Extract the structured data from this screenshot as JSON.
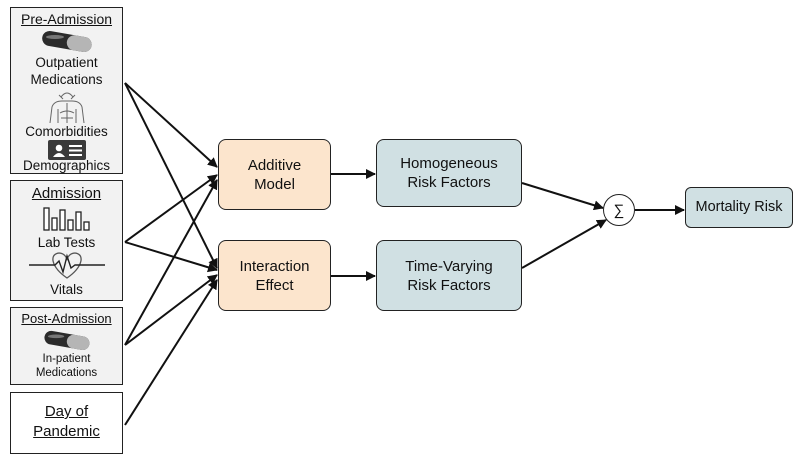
{
  "inputs": {
    "pre_admission": {
      "title": "Pre-Admission",
      "outpatient_medications": "Outpatient\nMedications",
      "comorbidities": "Comorbidities",
      "demographics": "Demographics"
    },
    "admission": {
      "title": "Admission",
      "lab_tests": "Lab Tests",
      "vitals": "Vitals"
    },
    "post_admission": {
      "title": "Post-Admission",
      "inpatient_medications": "In-patient\nMedications"
    },
    "day_of_pandemic": "Day of\nPandemic"
  },
  "models": {
    "additive": "Additive\nModel",
    "interaction": "Interaction\nEffect"
  },
  "factors": {
    "homogeneous": "Homogeneous\nRisk Factors",
    "time_varying": "Time-Varying\nRisk Factors"
  },
  "sum_symbol": "∑",
  "output": "Mortality Risk",
  "colors": {
    "model_fill": "#fce5cd",
    "factor_fill": "#d0e0e3",
    "input_fill": "#f2f2f2",
    "stroke": "#222222"
  },
  "icons": [
    "pill-icon",
    "body-icon",
    "id-card-icon",
    "bar-chart-icon",
    "heartbeat-icon",
    "pill-icon"
  ]
}
